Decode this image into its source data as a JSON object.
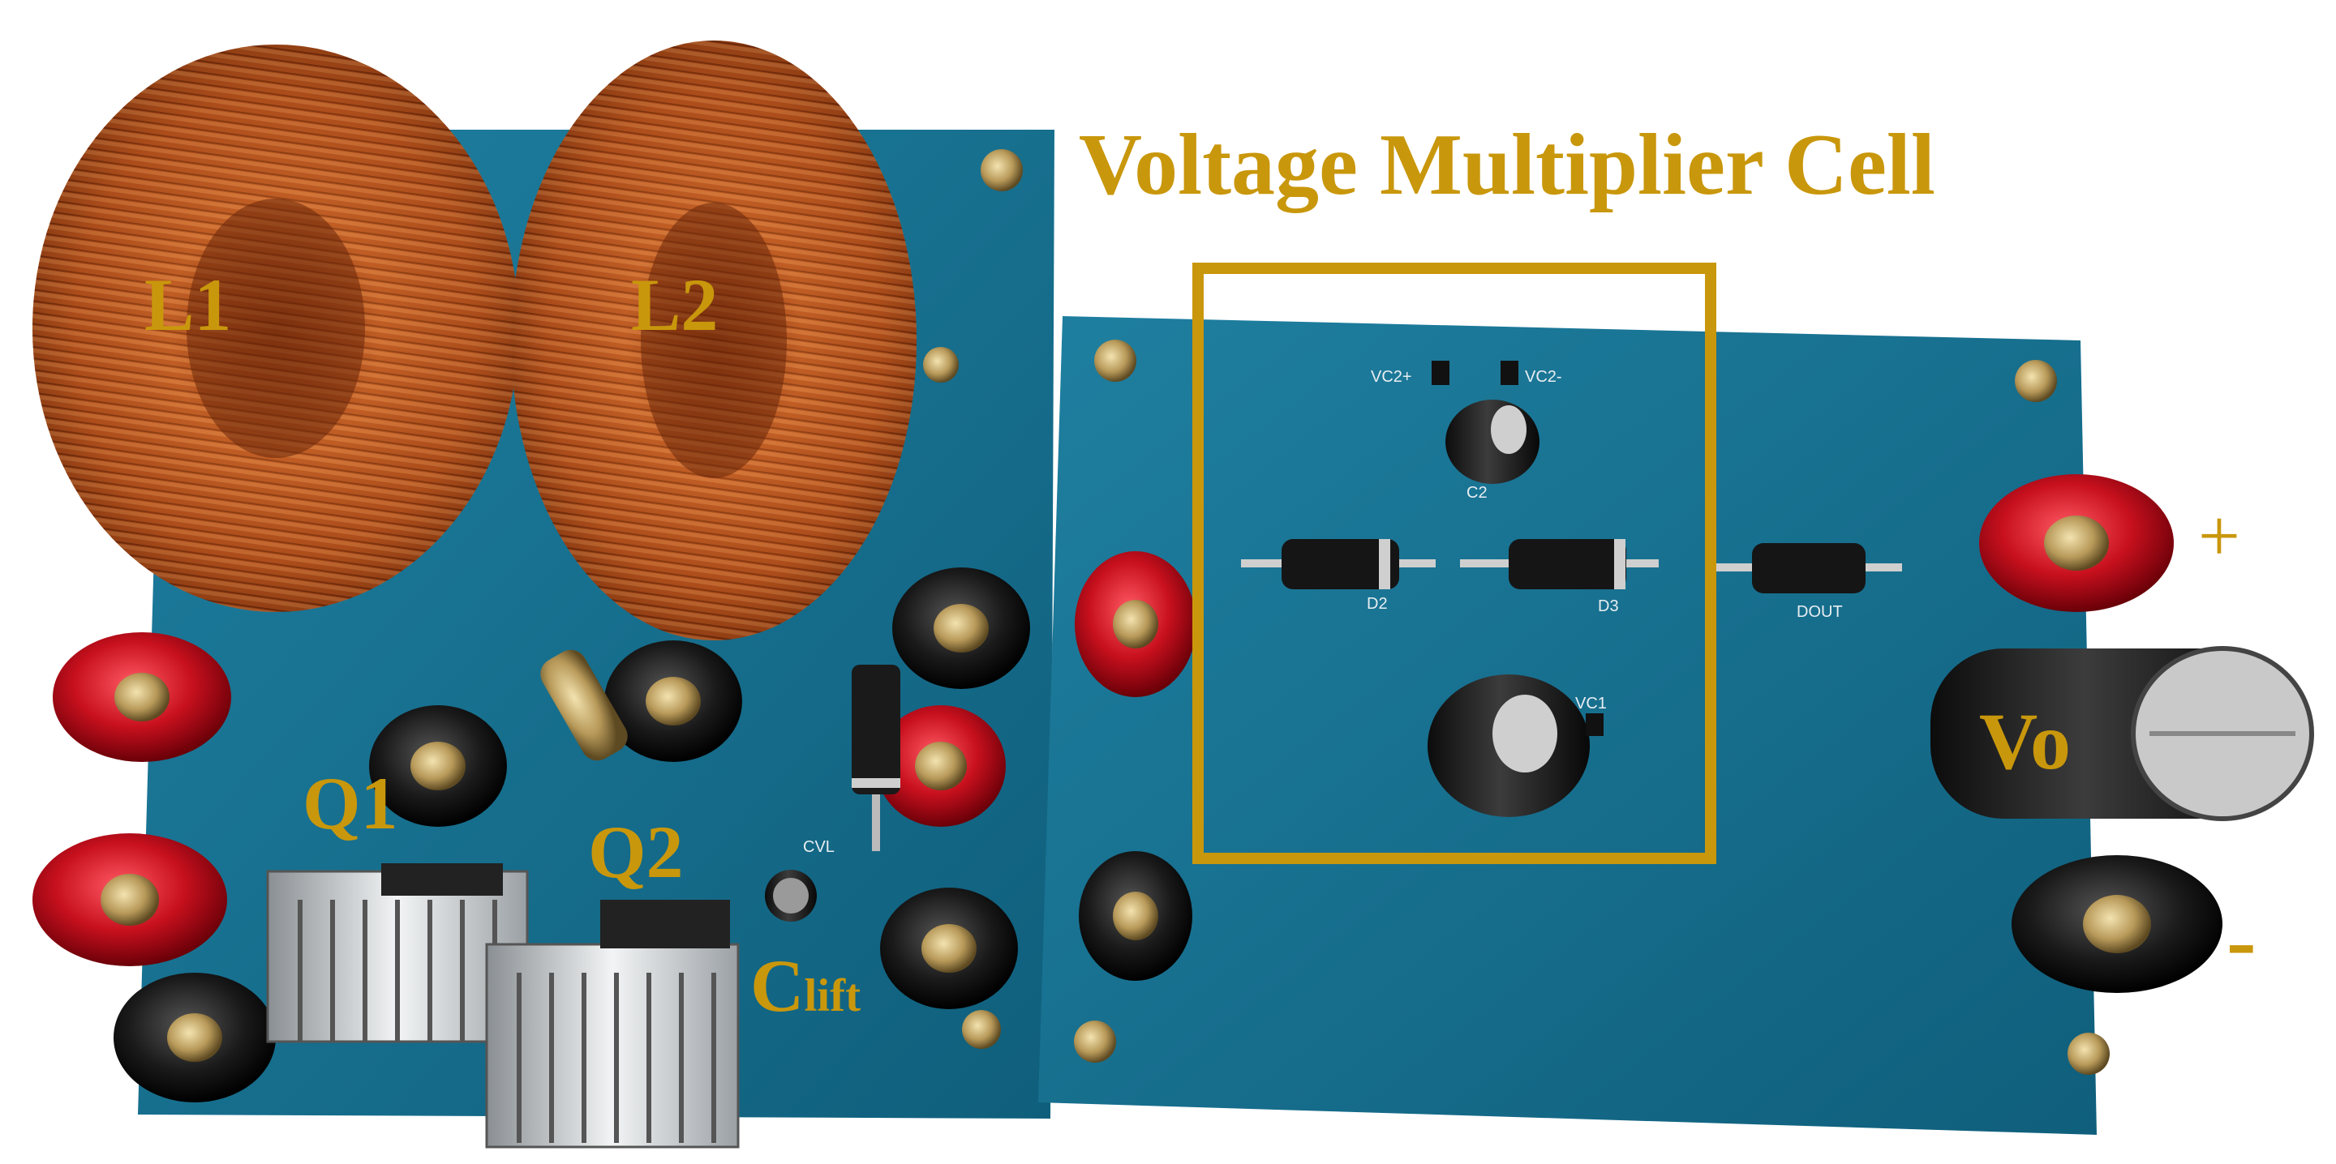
{
  "title": "Voltage Multiplier Cell",
  "component_labels": {
    "l1": "L1",
    "l2": "L2",
    "q1": "Q1",
    "q2": "Q2",
    "c_main": "C",
    "c_sub": "lift",
    "vo": "Vo",
    "plus": "+",
    "minus": "-"
  },
  "silkscreen": {
    "vc2_plus": "VC2+",
    "vc2_minus": "VC2-",
    "c2": "C2",
    "d2": "D2",
    "d3": "D3",
    "dout": "DOUT",
    "vc1": "VC1",
    "cvl": "CVL"
  },
  "colors": {
    "annotation": "#C9970C",
    "pcb": "#166E8C",
    "copper": "#B5541E",
    "terminal_red": "#C8101E",
    "terminal_black": "#1A1A1A"
  }
}
